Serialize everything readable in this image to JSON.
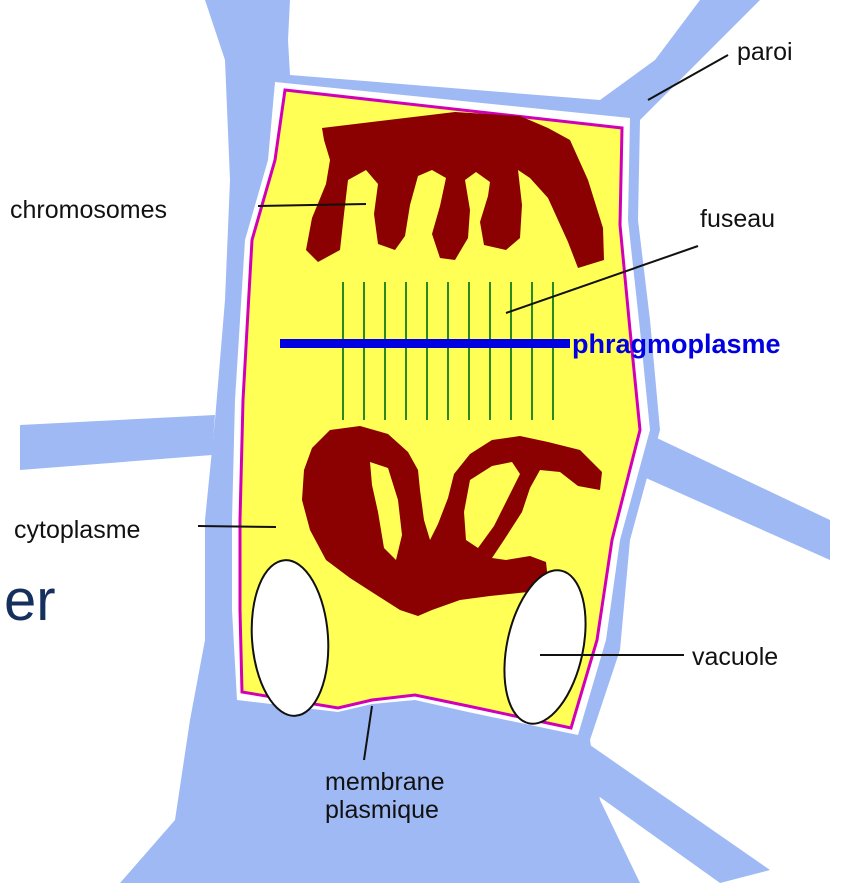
{
  "colors": {
    "wall": "#9fb9f5",
    "cytoplasm": "#ffff55",
    "membrane": "#d100b8",
    "chromosome": "#8b0000",
    "spindle": "#2b8a1e",
    "phragmoplast": "#0000e0",
    "vacuole": "#ffffff",
    "background_text": "#16305e",
    "label_text": "#111111"
  },
  "background_text": "er",
  "labels": {
    "paroi": "paroi",
    "chromosomes": "chromosomes",
    "fuseau": "fuseau",
    "phragmoplasme": "phragmoplasme",
    "cytoplasme": "cytoplasme",
    "vacuole": "vacuole",
    "membrane_line1": "membrane",
    "membrane_line2": "plasmique"
  }
}
